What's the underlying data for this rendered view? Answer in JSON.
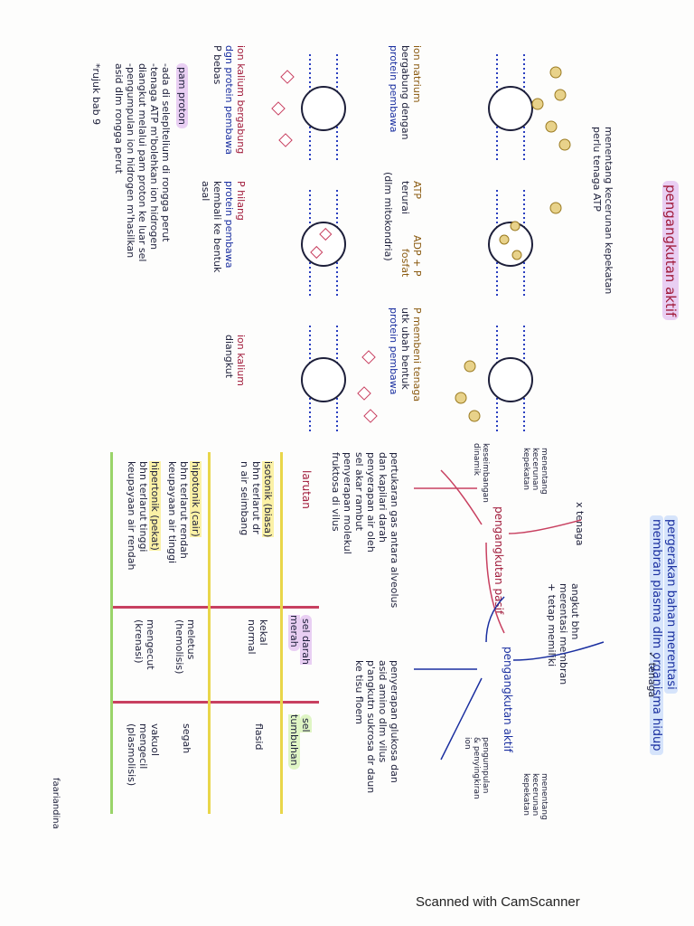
{
  "active": {
    "title": "pengangkutan aktif",
    "def_lines": [
      "menentang kecerunan kepekatan",
      "perlu tenaga ATP"
    ],
    "step1_label": [
      "ion natrium",
      "bergabung dengan",
      "protein pembawa"
    ],
    "step2_label": [
      "P membeni tenaga",
      "utk ubah bentuk",
      "protein pembawa"
    ],
    "atp_label": [
      "ATP",
      "terurai",
      "ADP + P",
      "fosfat",
      "(dlm mitokondria)"
    ],
    "step3_label": [
      "ion kalium",
      "diangkut"
    ],
    "step4_label": [
      "P hilang",
      "protein pembawa",
      "kembali ke bentuk",
      "asal"
    ],
    "step5_label": [
      "ion kalium bergabung",
      "dgn protein pembawa",
      "P bebas"
    ],
    "proton_title": "pam proton",
    "proton_lines": [
      "-ada di selepltelium di rongga perut",
      "-tenaga ATP m'bolehkan ion hidrogen",
      "diangkut melalui pam proton ke luar sel",
      "-pengumpulan ion hidrogen m'hasilkan",
      "asid dlm rongga perut"
    ],
    "refer": "*rujuk bab 9"
  },
  "movement": {
    "title_lines": [
      "pergerakan bahan merentasi",
      "membran plasma dlm organisma hidup"
    ],
    "tenaga_no": "x tenaga",
    "tenaga_yes": "✓ tenaga",
    "passive": "pengangkutan pasif",
    "active": "pengangkutan aktif",
    "left_note": [
      "menentang",
      "kecerunan",
      "kepekatan"
    ],
    "carrier_note": [
      "angkut bhn",
      "merentasi membran",
      "+ tetap memiliki"
    ],
    "equil_note": [
      "keseimbangan",
      "dinamik"
    ],
    "right_note": [
      "menentang",
      "kecerunan",
      "kepekatan"
    ],
    "accum_note": [
      "pengumpulan",
      "& penyingkiran",
      "ion"
    ],
    "passive_examples": [
      "pertukaran gas antara alveolus",
      "dan kapilari darah",
      "penyerapan air oleh",
      "sel akar rambut",
      "penyerapan molekul",
      "fruktosa di vilus"
    ],
    "active_examples": [
      "penyerapan glukosa dan",
      "asid amino dlm vilus",
      "p'angkutn sukrosa dr daun",
      "ke tisu floem"
    ]
  },
  "table": {
    "headers": [
      "larutan",
      "sel darah merah",
      "sel tumbuhan"
    ],
    "rows": [
      {
        "solution_title": "isotonik (biasa)",
        "solution_lines": [
          "bhn terlarut dr",
          "n air seimbang"
        ],
        "rbc": [
          "kekal",
          "normal"
        ],
        "plant": [
          "flasid"
        ]
      },
      {
        "solution_title": "hipotonik (cair)",
        "solution_lines": [
          "bhn terlarut rendah",
          "keupayaan air tinggi"
        ],
        "rbc": [
          "meletus",
          "(hemolisis)"
        ],
        "plant": [
          "segah"
        ]
      },
      {
        "solution_title": "hipertonik (pekat)",
        "solution_lines": [
          "bhn terlarut tinggi",
          "keupayaan air rendah"
        ],
        "rbc": [
          "mengecut",
          "(krenasi)"
        ],
        "plant": [
          "vakuol",
          "mengecil",
          "(plasmolisis)"
        ]
      }
    ]
  },
  "signature": "faariandina",
  "footer": "Scanned with CamScanner",
  "colors": {
    "purple": "#e9cff3",
    "blue": "#d6e4fb",
    "yellow": "#e9d64a",
    "green": "#9ad46a",
    "red": "#c84060"
  }
}
